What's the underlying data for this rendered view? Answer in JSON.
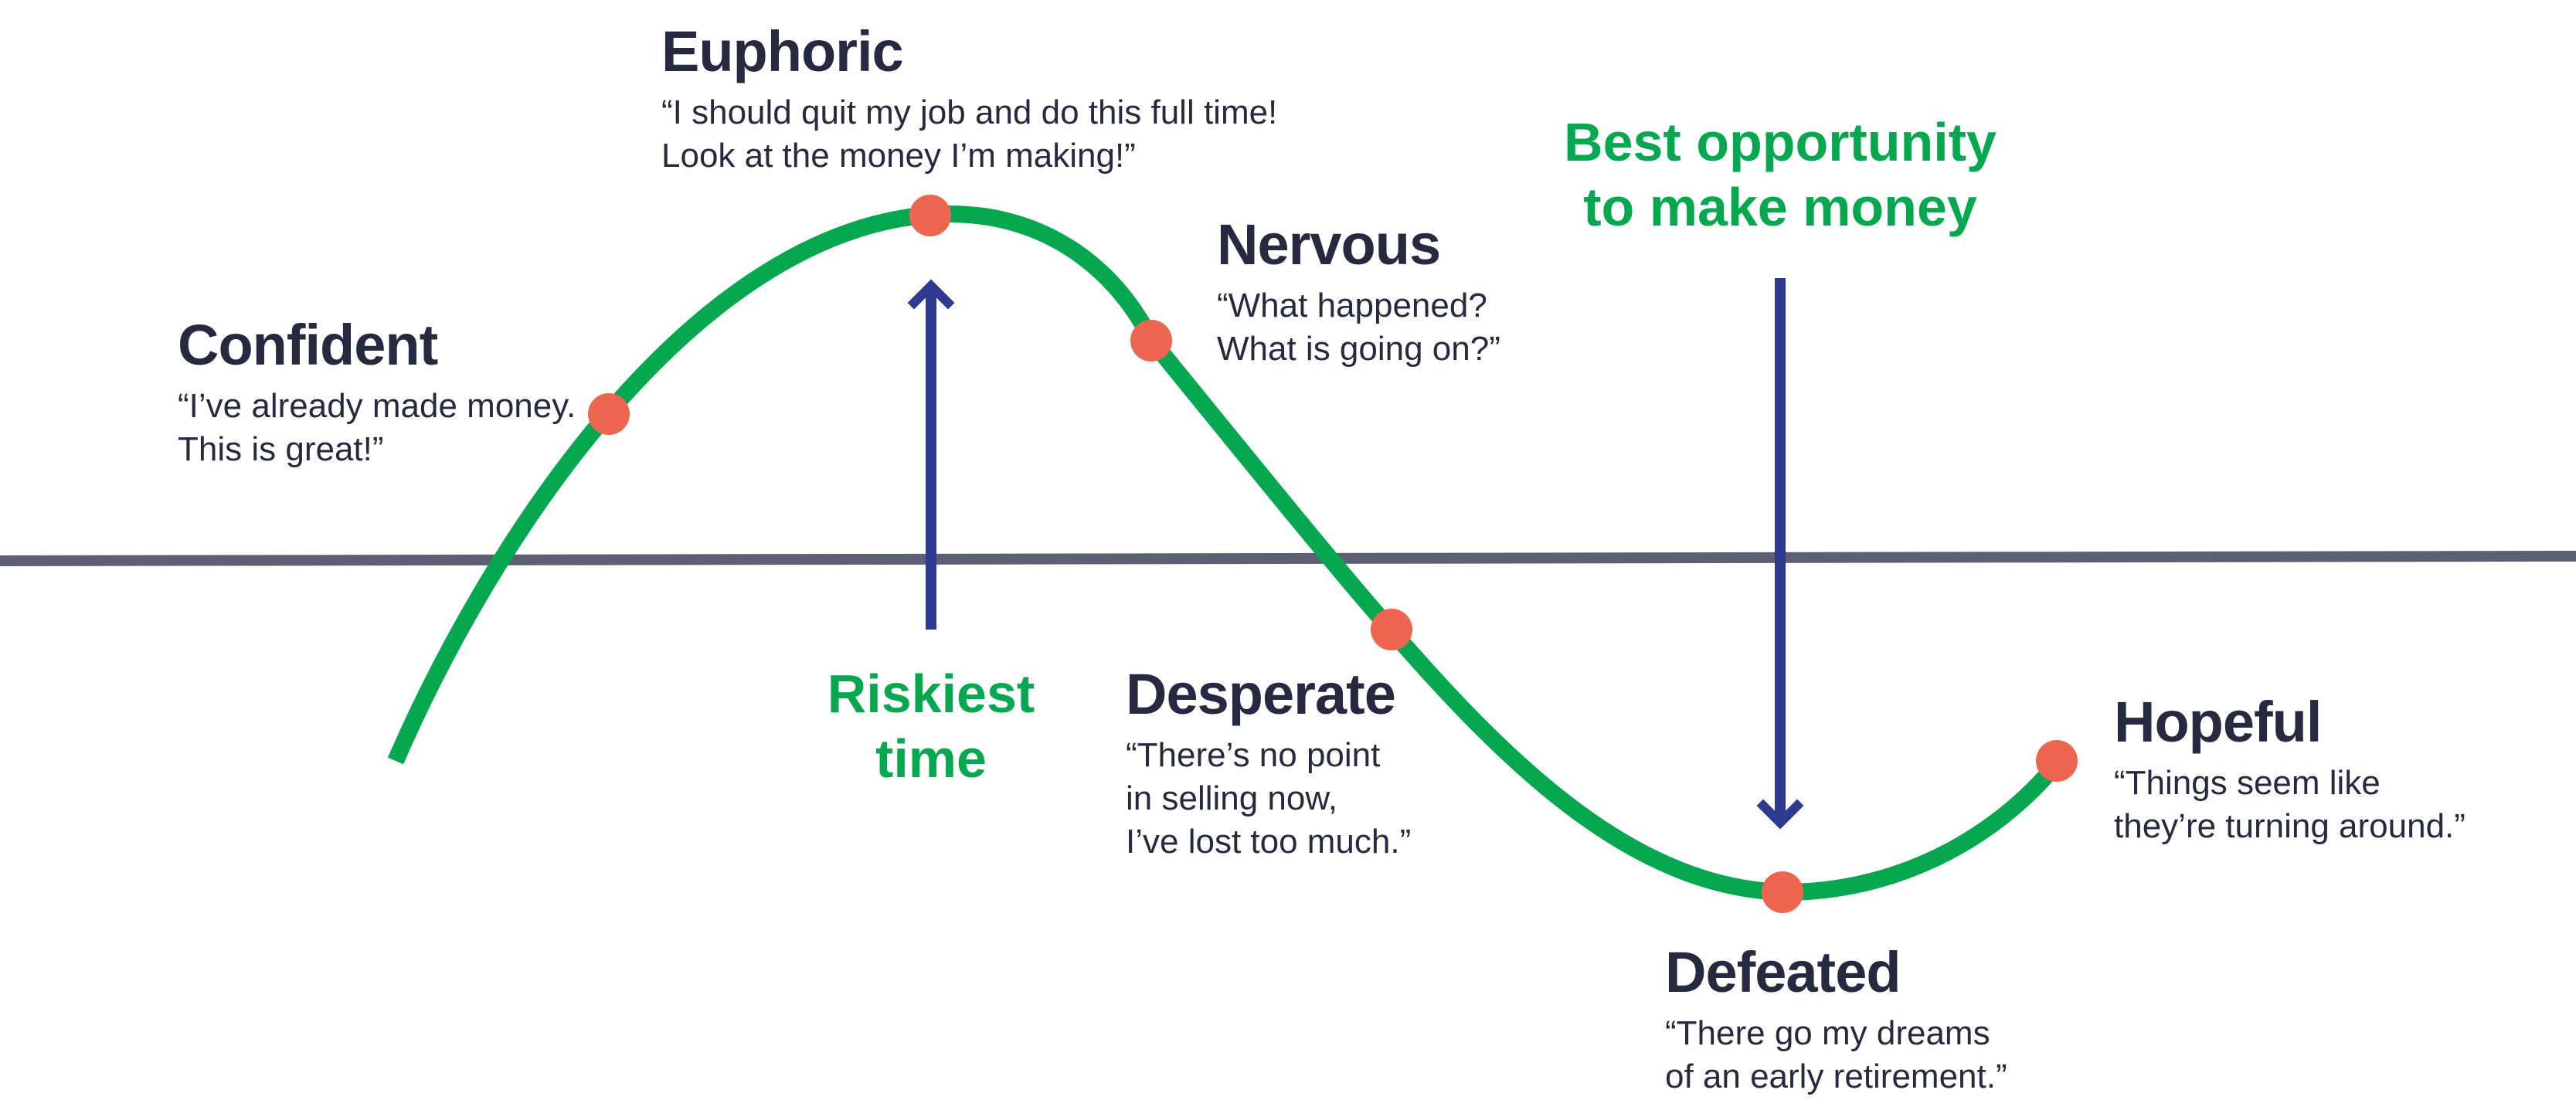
{
  "colors": {
    "curve": "#05a84f",
    "marker": "#ee6650",
    "baseline": "#5d5f73",
    "arrow": "#2d3a90",
    "stage_text": "#262a40",
    "callout_text": "#05a84f"
  },
  "stages": [
    {
      "id": "confident",
      "title": "Confident",
      "quote": [
        "“I’ve already made money.",
        "This is great!”"
      ]
    },
    {
      "id": "euphoric",
      "title": "Euphoric",
      "quote": [
        "“I should quit my job and do this full time!",
        "Look at the money I’m making!”"
      ]
    },
    {
      "id": "nervous",
      "title": "Nervous",
      "quote": [
        "“What happened?",
        "What is going on?”"
      ]
    },
    {
      "id": "desperate",
      "title": "Desperate",
      "quote": [
        "“There’s no point",
        "in selling now,",
        "I’ve lost too much.”"
      ]
    },
    {
      "id": "defeated",
      "title": "Defeated",
      "quote": [
        "“There go my dreams",
        "of an early retirement.”"
      ]
    },
    {
      "id": "hopeful",
      "title": "Hopeful",
      "quote": [
        "“Things seem like",
        "they’re turning around.”"
      ]
    }
  ],
  "callouts": {
    "riskiest": [
      "Riskiest",
      "time"
    ],
    "best": [
      "Best opportunity",
      "to make money"
    ]
  }
}
